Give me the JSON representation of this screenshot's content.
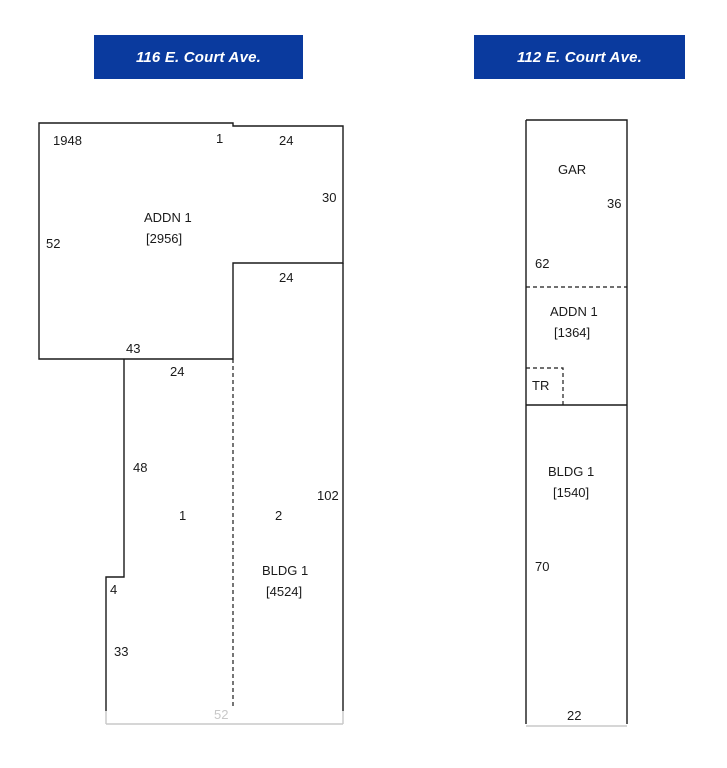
{
  "left": {
    "title": "116 E. Court Ave.",
    "year": "1948",
    "addn": {
      "name": "ADDN 1",
      "area": "[2956]"
    },
    "bldg": {
      "name": "BLDG 1",
      "area": "[4524]"
    },
    "dims": {
      "top_a": "1",
      "top_b": "24",
      "right_upper": "30",
      "step_top": "24",
      "left_upper": "52",
      "step_bottom": "43",
      "inner_top": "24",
      "inner_left": "48",
      "right_long": "102",
      "jog": "4",
      "left_lower": "33",
      "bottom": "52"
    },
    "units": {
      "one": "1",
      "two": "2"
    }
  },
  "right": {
    "title": "112 E. Court Ave.",
    "gar": {
      "name": "GAR"
    },
    "addn": {
      "name": "ADDN 1",
      "area": "[1364]"
    },
    "tr": {
      "name": "TR"
    },
    "bldg": {
      "name": "BLDG 1",
      "area": "[1540]"
    },
    "dims": {
      "gar_side": "36",
      "addn_side": "62",
      "bldg_side": "70",
      "bottom": "22"
    }
  },
  "colors": {
    "banner": "#0a3a9e",
    "line": "#1a1a1a",
    "faint": "#c8c8c8"
  }
}
